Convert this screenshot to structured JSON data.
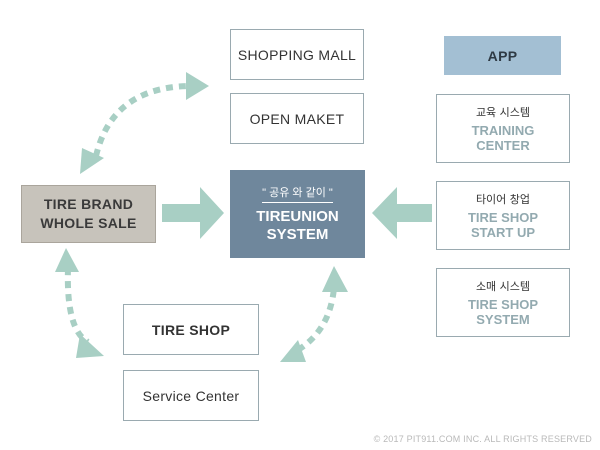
{
  "colors": {
    "brand_fill": "#c7c3bb",
    "center_fill": "#6f879c",
    "app_fill": "#a3bfd3",
    "arrow_fill": "#a8cfc4",
    "box_border": "#9aaab0",
    "sub_text": "#93aab0"
  },
  "nodes": {
    "shopping_mall": "SHOPPING MALL",
    "open_market": "OPEN MAKET",
    "tire_brand_line1": "TIRE BRAND",
    "tire_brand_line2": "WHOLE SALE",
    "center_tag": "\" 공유 와 같이 \"",
    "center_line1": "TIREUNION",
    "center_line2": "SYSTEM",
    "tire_shop": "TIRE SHOP",
    "service_center": "Service Center"
  },
  "app": {
    "header": "APP",
    "items": [
      {
        "kr": "교육 시스템",
        "en1": "TRAINING",
        "en2": "CENTER"
      },
      {
        "kr": "타이어 창업",
        "en1": "TIRE SHOP",
        "en2": "START UP"
      },
      {
        "kr": "소매 시스템",
        "en1": "TIRE SHOP",
        "en2": "SYSTEM"
      }
    ]
  },
  "footer": {
    "copyright": "© 2017 PIT911.COM INC. ALL RIGHTS RESERVED"
  }
}
